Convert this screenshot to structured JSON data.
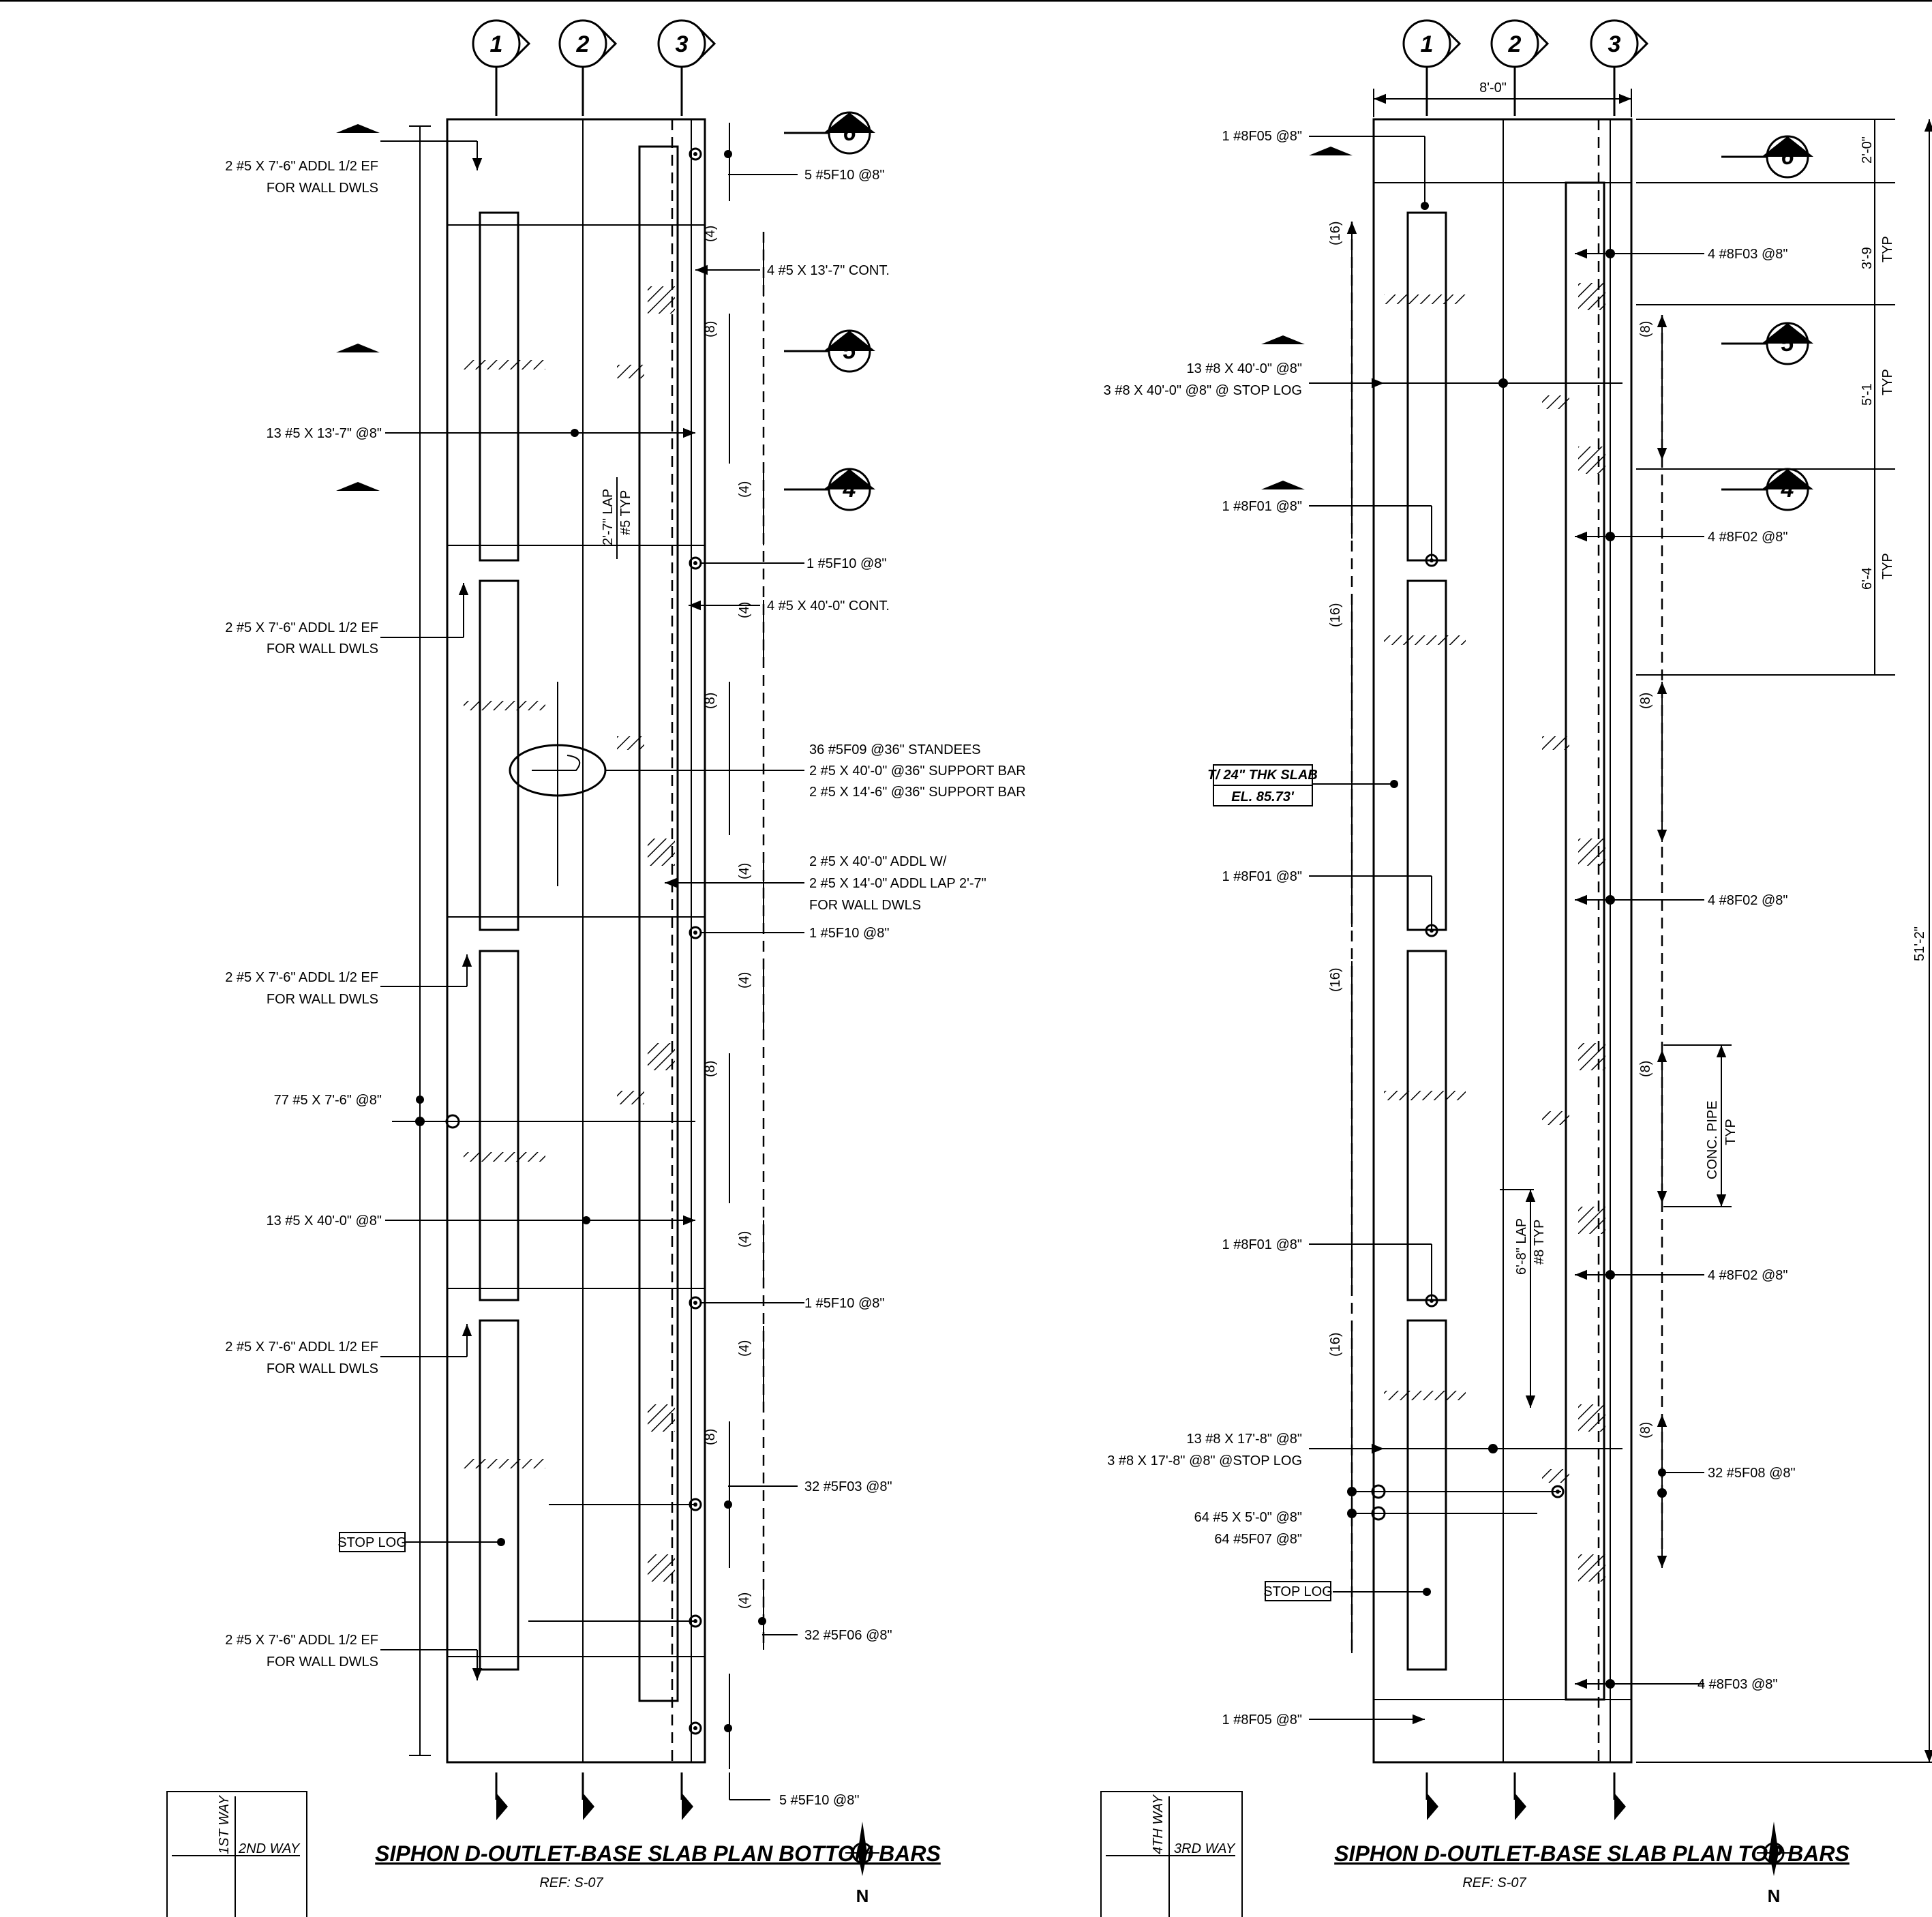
{
  "left": {
    "grids": [
      "1",
      "2",
      "3"
    ],
    "sections": [
      "6",
      "5",
      "4"
    ],
    "notes": {
      "dwl1_a": "2 #5 X 7'-6\"  ADDL 1/2  EF",
      "dwl1_b": "FOR WALL DWLS",
      "f10_top": "5 #5F10 @8\"",
      "cont13": "4 #5 X 13'-7\"  CONT.",
      "bars13": "13 #5 X 13'-7\" @8\"",
      "lap_a": "2'-7\" LAP",
      "lap_b": "#5 TYP",
      "f10_1": "1 #5F10 @8\"",
      "cont40": "4 #5 X 40'-0\"  CONT.",
      "dwl2_a": "2 #5 X 7'-6\"  ADDL 1/2  EF",
      "dwl2_b": "FOR WALL DWLS",
      "standees": "36 #5F09 @36\" STANDEES",
      "support1": "2 #5 X 40'-0\" @36\" SUPPORT BAR",
      "support2": "2 #5 X 14'-6\" @36\" SUPPORT BAR",
      "addl_a": "2 #5 X 40'-0\"  ADDL W/",
      "addl_b": "2 #5 X 14'-0\"  ADDL  LAP 2'-7\"",
      "addl_c": "FOR WALL DWLS",
      "f10_2": "1 #5F10 @8\"",
      "dwl3_a": "2 #5 X 7'-6\"  ADDL 1/2  EF",
      "dwl3_b": "FOR WALL DWLS",
      "bars77": "77 #5 X 7'-6\" @8\"",
      "bars40": "13 #5 X 40'-0\" @8\"",
      "f10_3": "1 #5F10 @8\"",
      "dwl4_a": "2 #5 X 7'-6\"  ADDL 1/2  EF",
      "dwl4_b": "FOR WALL DWLS",
      "f03": "32 #5F03 @8\"",
      "stoplog": "STOP LOG",
      "dwl5_a": "2 #5 X 7'-6\"  ADDL 1/2  EF",
      "dwl5_b": "FOR WALL DWLS",
      "f06": "32 #5F06 @8\"",
      "f10_bot": "5 #5F10 @8\""
    },
    "spaces": [
      "(4)",
      "(8)",
      "(4)",
      "(4)",
      "(8)",
      "(4)",
      "(4)",
      "(8)",
      "(4)",
      "(4)",
      "(8)",
      "(4)"
    ],
    "legend": {
      "way1": "1ST WAY",
      "way2": "2ND WAY"
    },
    "title": "SIPHON D-OUTLET-BASE SLAB PLAN BOTTOM BARS",
    "ref": "REF: S-07",
    "north": "N"
  },
  "right": {
    "grids": [
      "1",
      "2",
      "3"
    ],
    "sections": [
      "6",
      "5",
      "4"
    ],
    "width_dim": "8'-0\"",
    "notes": {
      "f05_top": "1 #8F05 @8\"",
      "f03_top": "4 #8F03 @8\"",
      "bars40_a": "13 #8 X 40'-0\" @8\"",
      "bars40_b": "3 #8 X 40'-0\" @8\" @ STOP LOG",
      "f01_1": "1 #8F01 @8\"",
      "f02_1": "4 #8F02 @8\"",
      "slab_a": "T/ 24\" THK SLAB",
      "slab_b": "EL. 85.73'",
      "f01_2": "1 #8F01 @8\"",
      "f02_2": "4 #8F02 @8\"",
      "pipe_a": "CONC. PIPE",
      "pipe_b": "TYP",
      "lap_a": "6'-8\" LAP",
      "lap_b": "#8 TYP",
      "f01_3": "1 #8F01 @8\"",
      "f02_3": "4 #8F02 @8\"",
      "bars17_a": "13 #8 X 17'-8\" @8\"",
      "bars17_b": "3 #8 X 17'-8\" @8\" @STOP LOG",
      "f08": "32 #5F08 @8\"",
      "bars5_a": "64 #5 X 5'-0\" @8\"",
      "bars5_b": "64 #5F07 @8\"",
      "stoplog": "STOP LOG",
      "f03_bot": "4 #8F03 @8\"",
      "f05_bot": "1 #8F05 @8\""
    },
    "dims": {
      "d1": "2'-0\"",
      "d2a": "3'-9",
      "d2b": "TYP",
      "d3a": "5'-1",
      "d3b": "TYP",
      "d4a": "6'-4",
      "d4b": "TYP",
      "overall": "51'-2\""
    },
    "spaces": [
      "(16)",
      "(16)",
      "(16)",
      "(16)",
      "(8)",
      "(8)",
      "(8)",
      "(8)"
    ],
    "legend": {
      "way1": "4TH WAY",
      "way2": "3RD  WAY"
    },
    "title": "SIPHON D-OUTLET-BASE SLAB PLAN TOP BARS",
    "ref": "REF: S-07",
    "north": "N"
  }
}
